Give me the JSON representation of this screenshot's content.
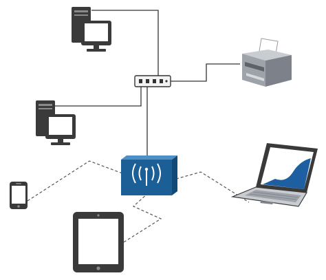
{
  "diagram": {
    "nodes": [
      {
        "id": "desktop-top",
        "kind": "desktop",
        "icon": "desktop-computer-icon"
      },
      {
        "id": "desktop-left",
        "kind": "desktop",
        "icon": "desktop-computer-icon"
      },
      {
        "id": "network-switch",
        "kind": "switch",
        "icon": "network-switch-icon"
      },
      {
        "id": "printer",
        "kind": "printer",
        "icon": "printer-icon"
      },
      {
        "id": "wireless-access-point",
        "kind": "access-point",
        "icon": "wireless-access-point-icon"
      },
      {
        "id": "smartphone",
        "kind": "phone",
        "icon": "smartphone-icon"
      },
      {
        "id": "tablet",
        "kind": "tablet",
        "icon": "tablet-icon"
      },
      {
        "id": "laptop",
        "kind": "laptop",
        "icon": "laptop-icon"
      }
    ],
    "edges": [
      {
        "from": "desktop-top",
        "to": "network-switch",
        "type": "wired"
      },
      {
        "from": "desktop-left",
        "to": "network-switch",
        "type": "wired"
      },
      {
        "from": "printer",
        "to": "network-switch",
        "type": "wired"
      },
      {
        "from": "wireless-access-point",
        "to": "network-switch",
        "type": "wired"
      },
      {
        "from": "smartphone",
        "to": "wireless-access-point",
        "type": "wireless"
      },
      {
        "from": "tablet",
        "to": "wireless-access-point",
        "type": "wireless"
      },
      {
        "from": "laptop",
        "to": "wireless-access-point",
        "type": "wireless"
      }
    ],
    "colors": {
      "device_dark": "#3a3a3a",
      "screen_fill": "#ffffff",
      "access_point_blue": "#1b5f96",
      "laptop_screen_blue": "#1d5fa1",
      "printer_grey": "#8f9399",
      "wire": "#333333"
    }
  }
}
